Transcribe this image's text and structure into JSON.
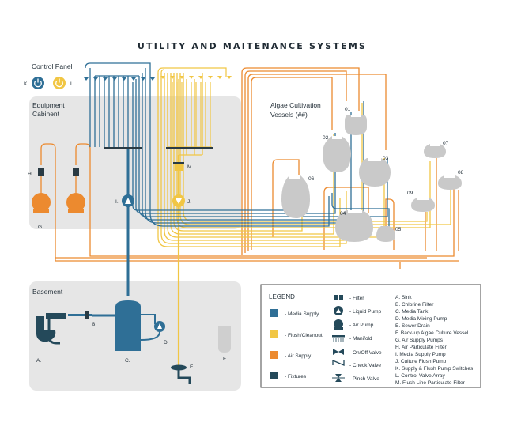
{
  "title": "UTILITY AND MAITENANCE SYSTEMS",
  "colors": {
    "media": "#2f6f96",
    "flush": "#f1c644",
    "air": "#ec8a2f",
    "fixtures": "#24495a",
    "zone": "#e6e6e6",
    "vessel": "#c9c9c9"
  },
  "zones": {
    "control_panel": "Control Panel",
    "equipment_line1": "Equipment",
    "equipment_line2": "Cabinent",
    "basement": "Basement",
    "vessels_line1": "Algae Cultivation",
    "vessels_line2": "Vessels (##)"
  },
  "labels": {
    "K": "K.",
    "L": "L.",
    "H": "H.",
    "G": "G.",
    "I": "I.",
    "J": "J.",
    "M": "M.",
    "A": "A.",
    "B": "B.",
    "C": "C.",
    "D": "D.",
    "E": "E.",
    "F": "F."
  },
  "vessels": [
    "01",
    "02",
    "03",
    "04",
    "05",
    "06",
    "07",
    "08",
    "09"
  ],
  "legend": {
    "title": "LEGEND",
    "colors": [
      {
        "label": "- Media Supply",
        "color": "#2f6f96"
      },
      {
        "label": "- Flush/Cleanout",
        "color": "#f1c644"
      },
      {
        "label": "- Air Supply",
        "color": "#ec8a2f"
      },
      {
        "label": "- Fixtures",
        "color": "#24495a"
      }
    ],
    "symbols": [
      {
        "label": "- Filter",
        "icon": "filter-icon"
      },
      {
        "label": "- Liquid Pump",
        "icon": "liquid-pump-icon"
      },
      {
        "label": "- Air Pump",
        "icon": "air-pump-icon"
      },
      {
        "label": "- Manifold",
        "icon": "manifold-icon"
      },
      {
        "label": "- On/Off Valve",
        "icon": "on-off-valve-icon"
      },
      {
        "label": "- Check Valve",
        "icon": "check-valve-icon"
      },
      {
        "label": "- Pinch Valve",
        "icon": "pinch-valve-icon"
      }
    ],
    "key": [
      "A. Sink",
      "B. Chlorine Filter",
      "C. Media Tank",
      "D. Media Mixing Pump",
      "E. Sewer Drain",
      "F. Back-up Algae Culture Vessel",
      "G. Air Supply Pumps",
      "H. Air Particulate Filter",
      "I. Media Supply Pump",
      "J. Culture Flush Pump",
      "K. Supply & Flush Pump Switches",
      "L. Control Valve Array",
      "M. Flush Line Particulate Filter"
    ]
  }
}
